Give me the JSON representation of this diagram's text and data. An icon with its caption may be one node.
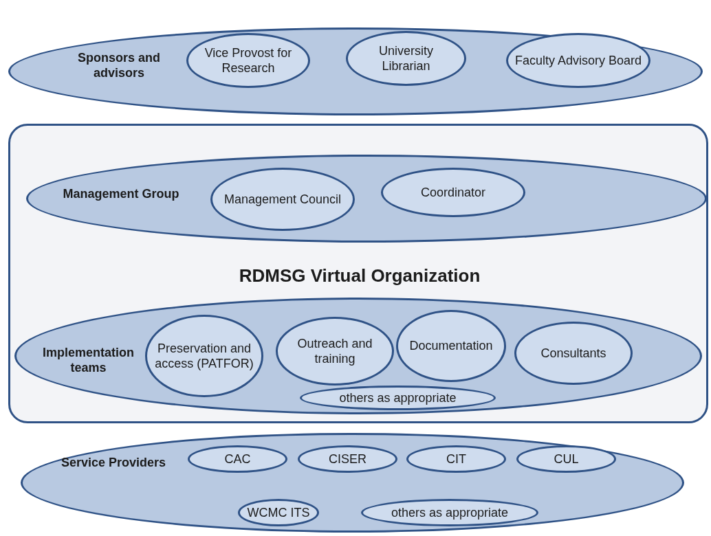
{
  "diagram": {
    "nodes": [
      {
        "text": [
          "Sponsors and advisors"
        ]
      },
      {
        "text": [
          "Vice Provost for Research"
        ],
        "in": 0
      },
      {
        "text": [
          "University Librarian"
        ],
        "in": 0
      },
      {
        "text": [
          "Faculty Advisory Board"
        ],
        "in": 0
      },
      {
        "text": [
          "RDMSG Virtual Organization"
        ]
      },
      {
        "text": [
          "Management Group"
        ],
        "in": 4
      },
      {
        "text": [
          "Management Council"
        ],
        "in": 5
      },
      {
        "text": [
          "Coordinator"
        ],
        "in": 5
      },
      {
        "text": [
          "Implementation teams"
        ],
        "in": 4
      },
      {
        "text": [
          "Preservation and access (PATFOR)"
        ],
        "in": 8
      },
      {
        "text": [
          "Outreach and training"
        ],
        "in": 8
      },
      {
        "text": [
          "Documentation"
        ],
        "in": 8
      },
      {
        "text": [
          "Consultants"
        ],
        "in": 8
      },
      {
        "text": [
          "others as appropriate"
        ],
        "in": 8
      },
      {
        "text": [
          "Service Providers"
        ]
      },
      {
        "text": [
          "CAC"
        ],
        "in": 14
      },
      {
        "text": [
          "CISER"
        ],
        "in": 14
      },
      {
        "text": [
          "CIT"
        ],
        "in": 14
      },
      {
        "text": [
          "CUL"
        ],
        "in": 14
      },
      {
        "text": [
          "WCMC ITS"
        ],
        "in": 14
      },
      {
        "text": [
          "others as appropriate"
        ],
        "in": 14
      }
    ],
    "edges": []
  }
}
